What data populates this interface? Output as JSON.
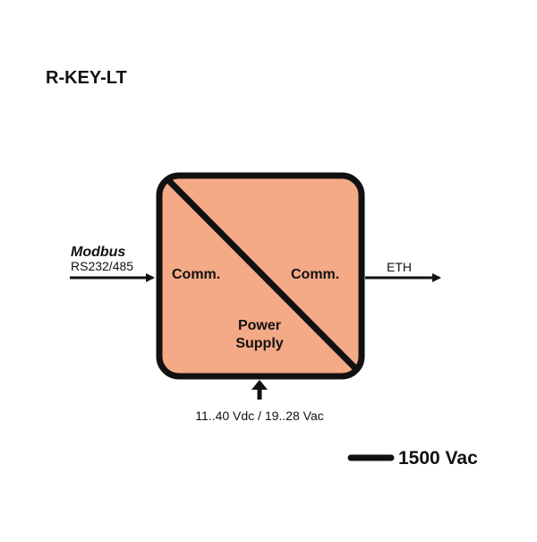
{
  "product_title": "R-KEY-LT",
  "block": {
    "fill_color": "#f4a987",
    "border_color": "#111111",
    "left_label": "Comm.",
    "right_label": "Comm.",
    "power_label_line1": "Power",
    "power_label_line2": "Supply"
  },
  "input": {
    "protocol_logo_text": "Modbus",
    "interface_label": "RS232/485"
  },
  "output": {
    "label": "ETH"
  },
  "power_input": {
    "label": "11..40 Vdc / 19..28 Vac"
  },
  "legend": {
    "isolation_label": "1500 Vac"
  }
}
